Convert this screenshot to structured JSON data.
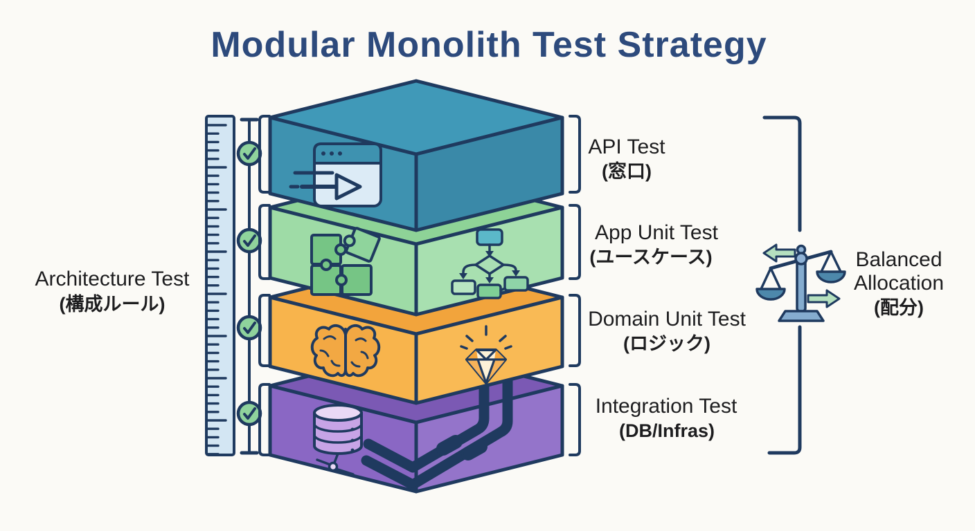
{
  "title": "Modular Monolith Test Strategy",
  "left_annotation": {
    "label": "Architecture Test",
    "sublabel": "(構成ルール)",
    "icon": "ruler-icon",
    "check_icon": "checkmark-icon",
    "checks_count": 4
  },
  "layers": [
    {
      "label": "API Test",
      "sublabel": "(窓口)",
      "checked": true,
      "color": "#3e92b0",
      "color_top": "#4099b8",
      "color_side": "#3a89a8",
      "icons": [
        "browser-arrow-icon"
      ]
    },
    {
      "label": "App Unit Test",
      "sublabel": "(ユースケース)",
      "checked": true,
      "color": "#9edba6",
      "color_top": "#8ed397",
      "color_side": "#a8e0b0",
      "icons": [
        "puzzle-icon",
        "flowchart-icon"
      ]
    },
    {
      "label": "Domain Unit Test",
      "sublabel": "(ロジック)",
      "checked": true,
      "color": "#f8b44c",
      "color_top": "#f2a43c",
      "color_side": "#f9ba55",
      "icons": [
        "brain-icon",
        "gem-icon"
      ]
    },
    {
      "label": "Integration Test",
      "sublabel": "(DB/Infras)",
      "checked": true,
      "color": "#8a67c4",
      "color_top": "#7b59b4",
      "color_side": "#9474ca",
      "icons": [
        "database-icon",
        "pipes-icon"
      ]
    }
  ],
  "right_annotation": {
    "label_line1": "Balanced",
    "label_line2": "Allocation",
    "sublabel": "(配分)",
    "icon": "balance-scale-icon"
  },
  "colors": {
    "outline": "#1f3a5f",
    "title_text": "#2d4a7c",
    "label_text": "#1d1d1f",
    "background": "#fbfaf6",
    "ruler_fill": "#d3e6f3",
    "check_green": "#8fd39c",
    "arrow_green": "#b5e0bf",
    "pipe_blue": "#a7d3e8",
    "pipe_pink": "#d8b0dc",
    "scale_metal": "#85accf",
    "scale_pan": "#4d88ab"
  }
}
